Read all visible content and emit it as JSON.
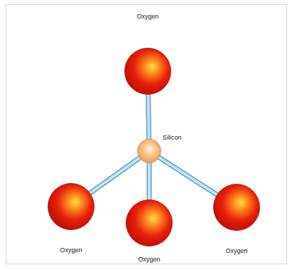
{
  "diagram": {
    "nodes": [
      {
        "text": [
          "Oxygen"
        ]
      },
      {
        "text": [
          "Silicon"
        ]
      },
      {
        "text": [
          "Oxygen"
        ]
      },
      {
        "text": [
          "Oxygen"
        ]
      },
      {
        "text": [
          "Oxygen"
        ]
      }
    ],
    "edges": [
      {
        "from": 1,
        "to": 0,
        "arrow": "none"
      },
      {
        "from": 1,
        "to": 2,
        "arrow": "none"
      },
      {
        "from": 1,
        "to": 3,
        "arrow": "none"
      },
      {
        "from": 1,
        "to": 4,
        "arrow": "none"
      }
    ]
  }
}
